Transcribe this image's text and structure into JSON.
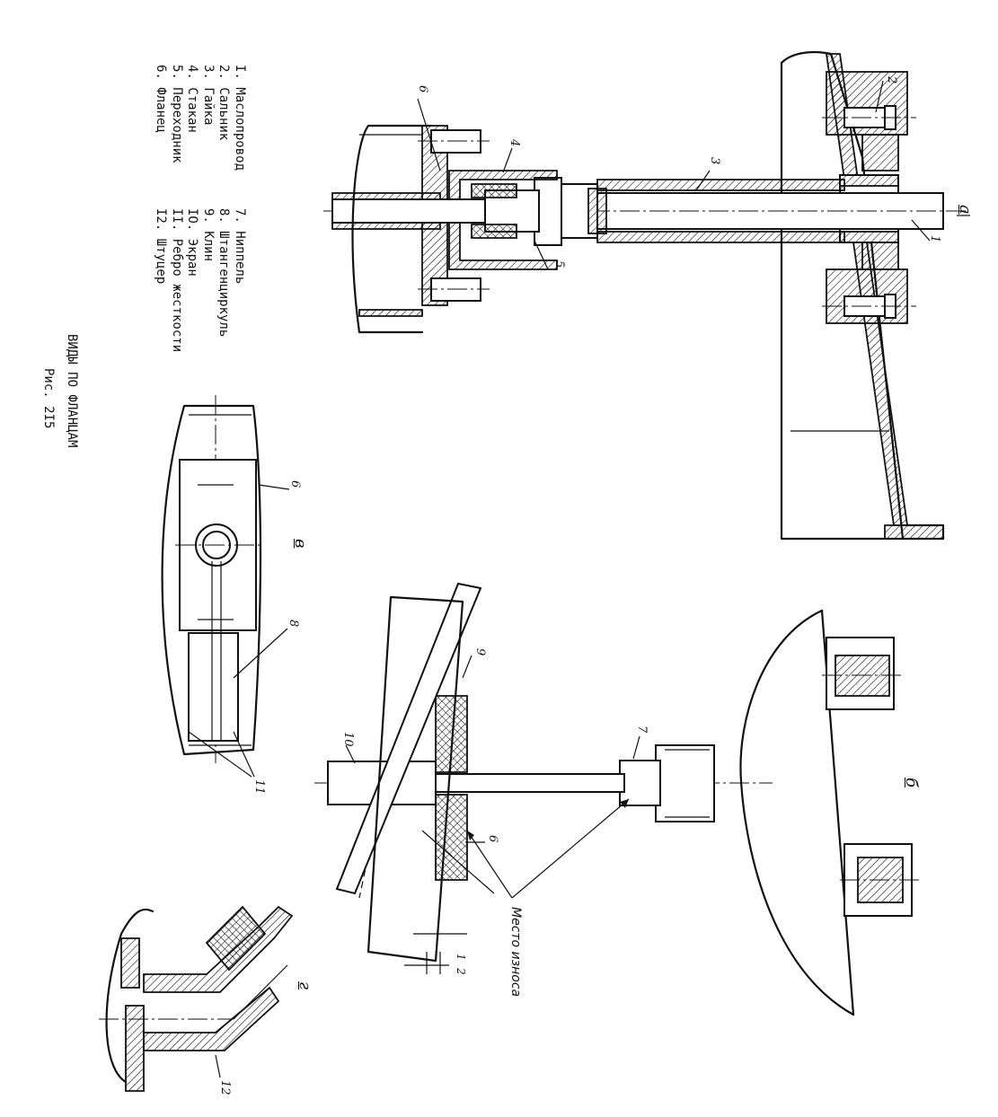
{
  "legend": {
    "left_column": [
      "I. Маслопровод",
      "2. Сальник",
      "3. Гайка",
      "4. Стакан",
      "5. Переходник",
      "6. Фланец"
    ],
    "right_column": [
      "7. Ниппель",
      "8. Штангенциркуль",
      "9. Клин",
      "IO. Экран",
      "II. Ребро жесткости",
      "I2. Штуцер"
    ]
  },
  "caption": {
    "title": "ВИДЫ ПО ФЛАНЦАМ",
    "figure": "Рис. 2I5"
  },
  "views": {
    "a": "а",
    "b": "б",
    "v": "в",
    "g": "г"
  },
  "callouts": {
    "n1": "1",
    "n2": "2",
    "n3": "3",
    "n4": "4",
    "n5": "5",
    "n6": "6",
    "v_6": "6",
    "v_8": "8",
    "v_11": "11",
    "b_7": "7",
    "b_9": "9",
    "b_6": "6",
    "b_10": "10",
    "g_12": "12",
    "dim_1": "1",
    "dim_2": "2"
  },
  "wear_label": "Место износа"
}
